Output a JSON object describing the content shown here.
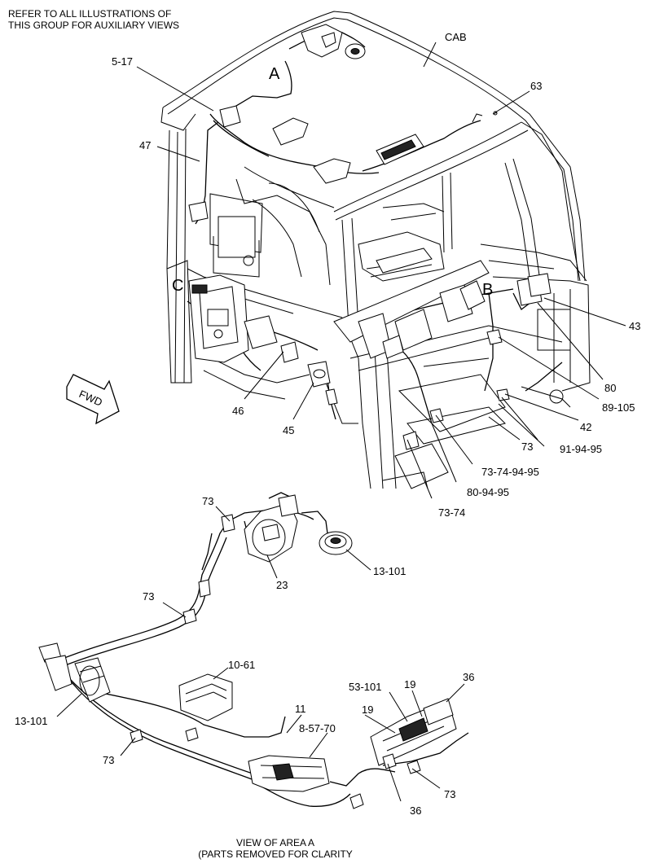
{
  "notes": {
    "top_line1": "REFER TO ALL ILLUSTRATIONS OF",
    "top_line2": "THIS GROUP FOR AUXILIARY VIEWS",
    "bottom_line1": "VIEW OF AREA A",
    "bottom_line2": "(PARTS REMOVED FOR CLARITY"
  },
  "areas": {
    "a": "A",
    "b": "B",
    "c": "C"
  },
  "fwd": "FWD",
  "callouts": {
    "cab": "CAB",
    "c5_17": "5-17",
    "c63": "63",
    "c47": "47",
    "c43": "43",
    "c80": "80",
    "c89_105": "89-105",
    "c42": "42",
    "c46": "46",
    "c45": "45",
    "c73_main": "73",
    "c91_94_95": "91-94-95",
    "c73_74_94_95": "73-74-94-95",
    "c80_94_95": "80-94-95",
    "c73_74": "73-74",
    "d73_top": "73",
    "d13_101_horn": "13-101",
    "d23": "23",
    "d73_mid": "73",
    "d10_61": "10-61",
    "d36_top": "36",
    "d53_101": "53-101",
    "d19_a": "19",
    "d19_b": "19",
    "d11": "11",
    "d8_57_70": "8-57-70",
    "d13_101_left": "13-101",
    "d73_left": "73",
    "d73_right": "73",
    "d36_bottom": "36"
  }
}
